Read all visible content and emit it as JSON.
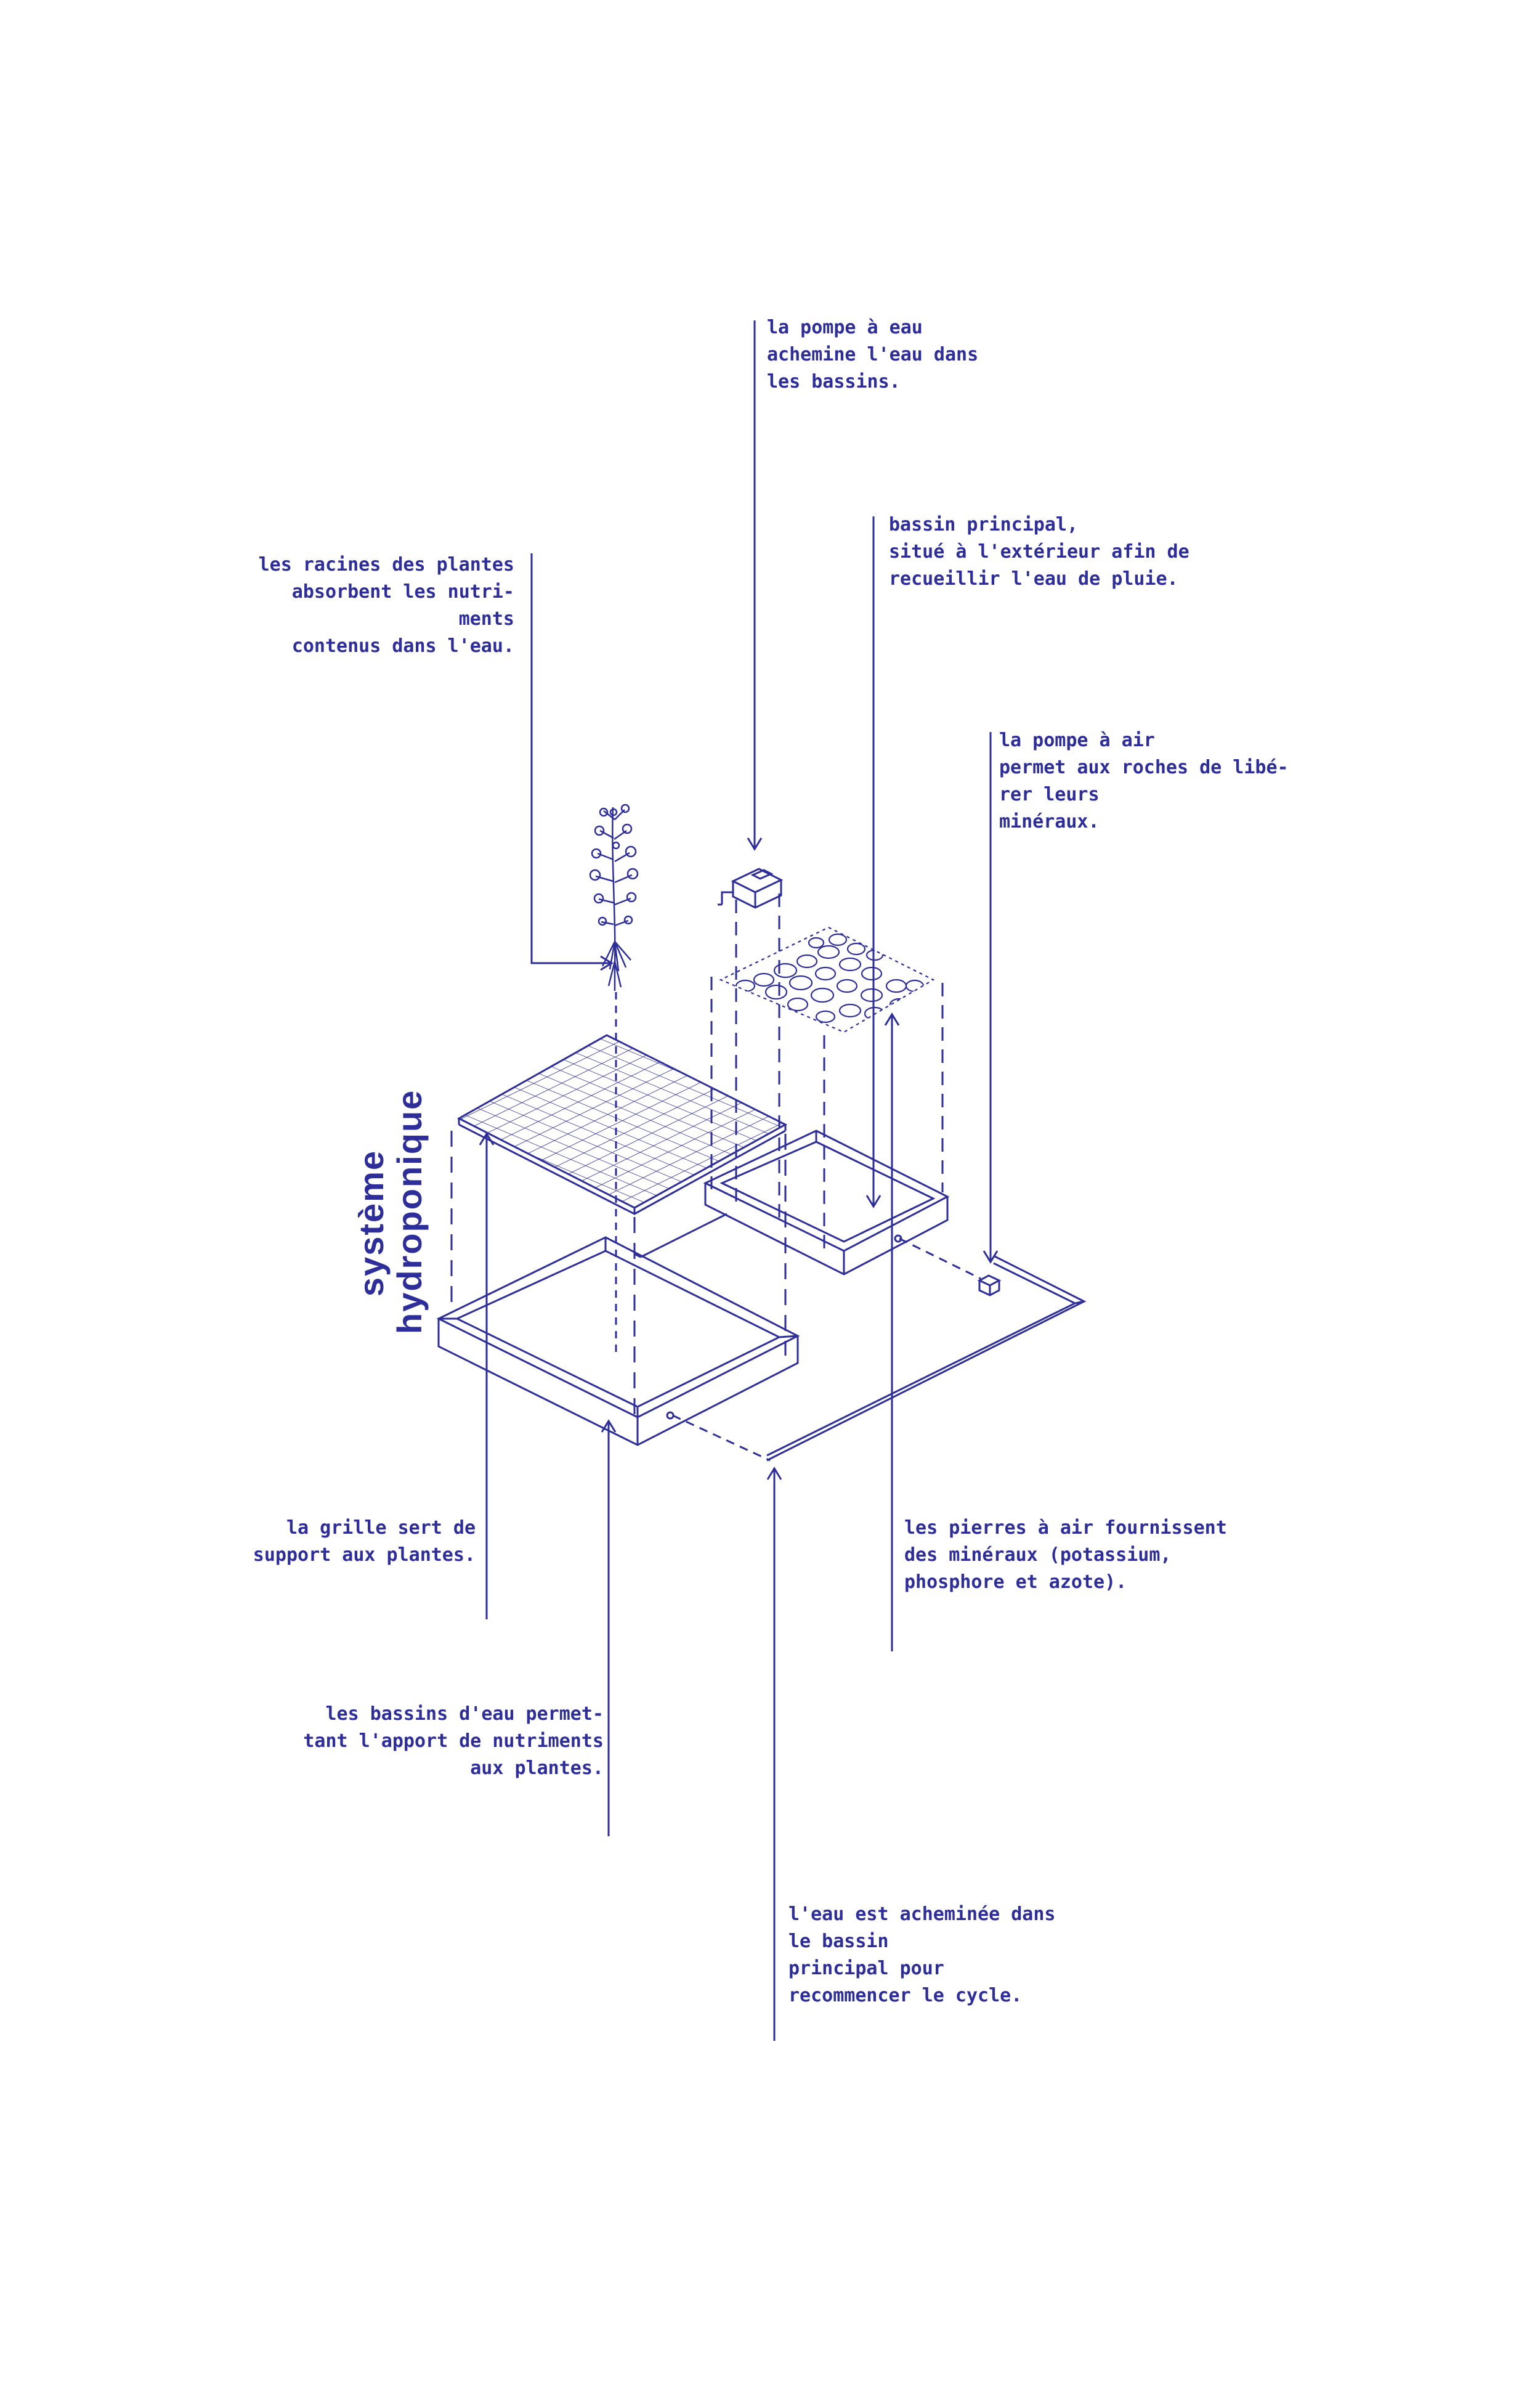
{
  "colors": {
    "ink": "#2e2e9a",
    "background": "#ffffff"
  },
  "title": {
    "line1": "système",
    "line2": "hydroponique"
  },
  "annotations": {
    "water_pump": {
      "lines": [
        "la pompe à eau",
        "achemine l'eau dans",
        "les bassins."
      ]
    },
    "main_basin": {
      "lines": [
        "bassin principal,",
        "situé à l'extérieur afin de",
        "recueillir l'eau de pluie."
      ]
    },
    "roots": {
      "lines": [
        "les racines des plantes",
        "absorbent les nutri-",
        "ments",
        "contenus dans l'eau."
      ]
    },
    "air_pump": {
      "lines": [
        "la pompe à air",
        "permet aux roches de libé-",
        "rer leurs",
        "minéraux."
      ]
    },
    "grid": {
      "lines": [
        "la grille sert de",
        "support aux plantes."
      ]
    },
    "air_stones": {
      "lines": [
        "les pierres à air fournissent",
        "des minéraux (potassium,",
        "phosphore et azote)."
      ]
    },
    "water_basins": {
      "lines": [
        "les bassins d'eau permet-",
        "tant l'apport de nutriments",
        "aux plantes."
      ]
    },
    "water_cycle": {
      "lines": [
        "l'eau est acheminée dans",
        "le bassin",
        "principal pour",
        "recommencer le cycle."
      ]
    }
  }
}
